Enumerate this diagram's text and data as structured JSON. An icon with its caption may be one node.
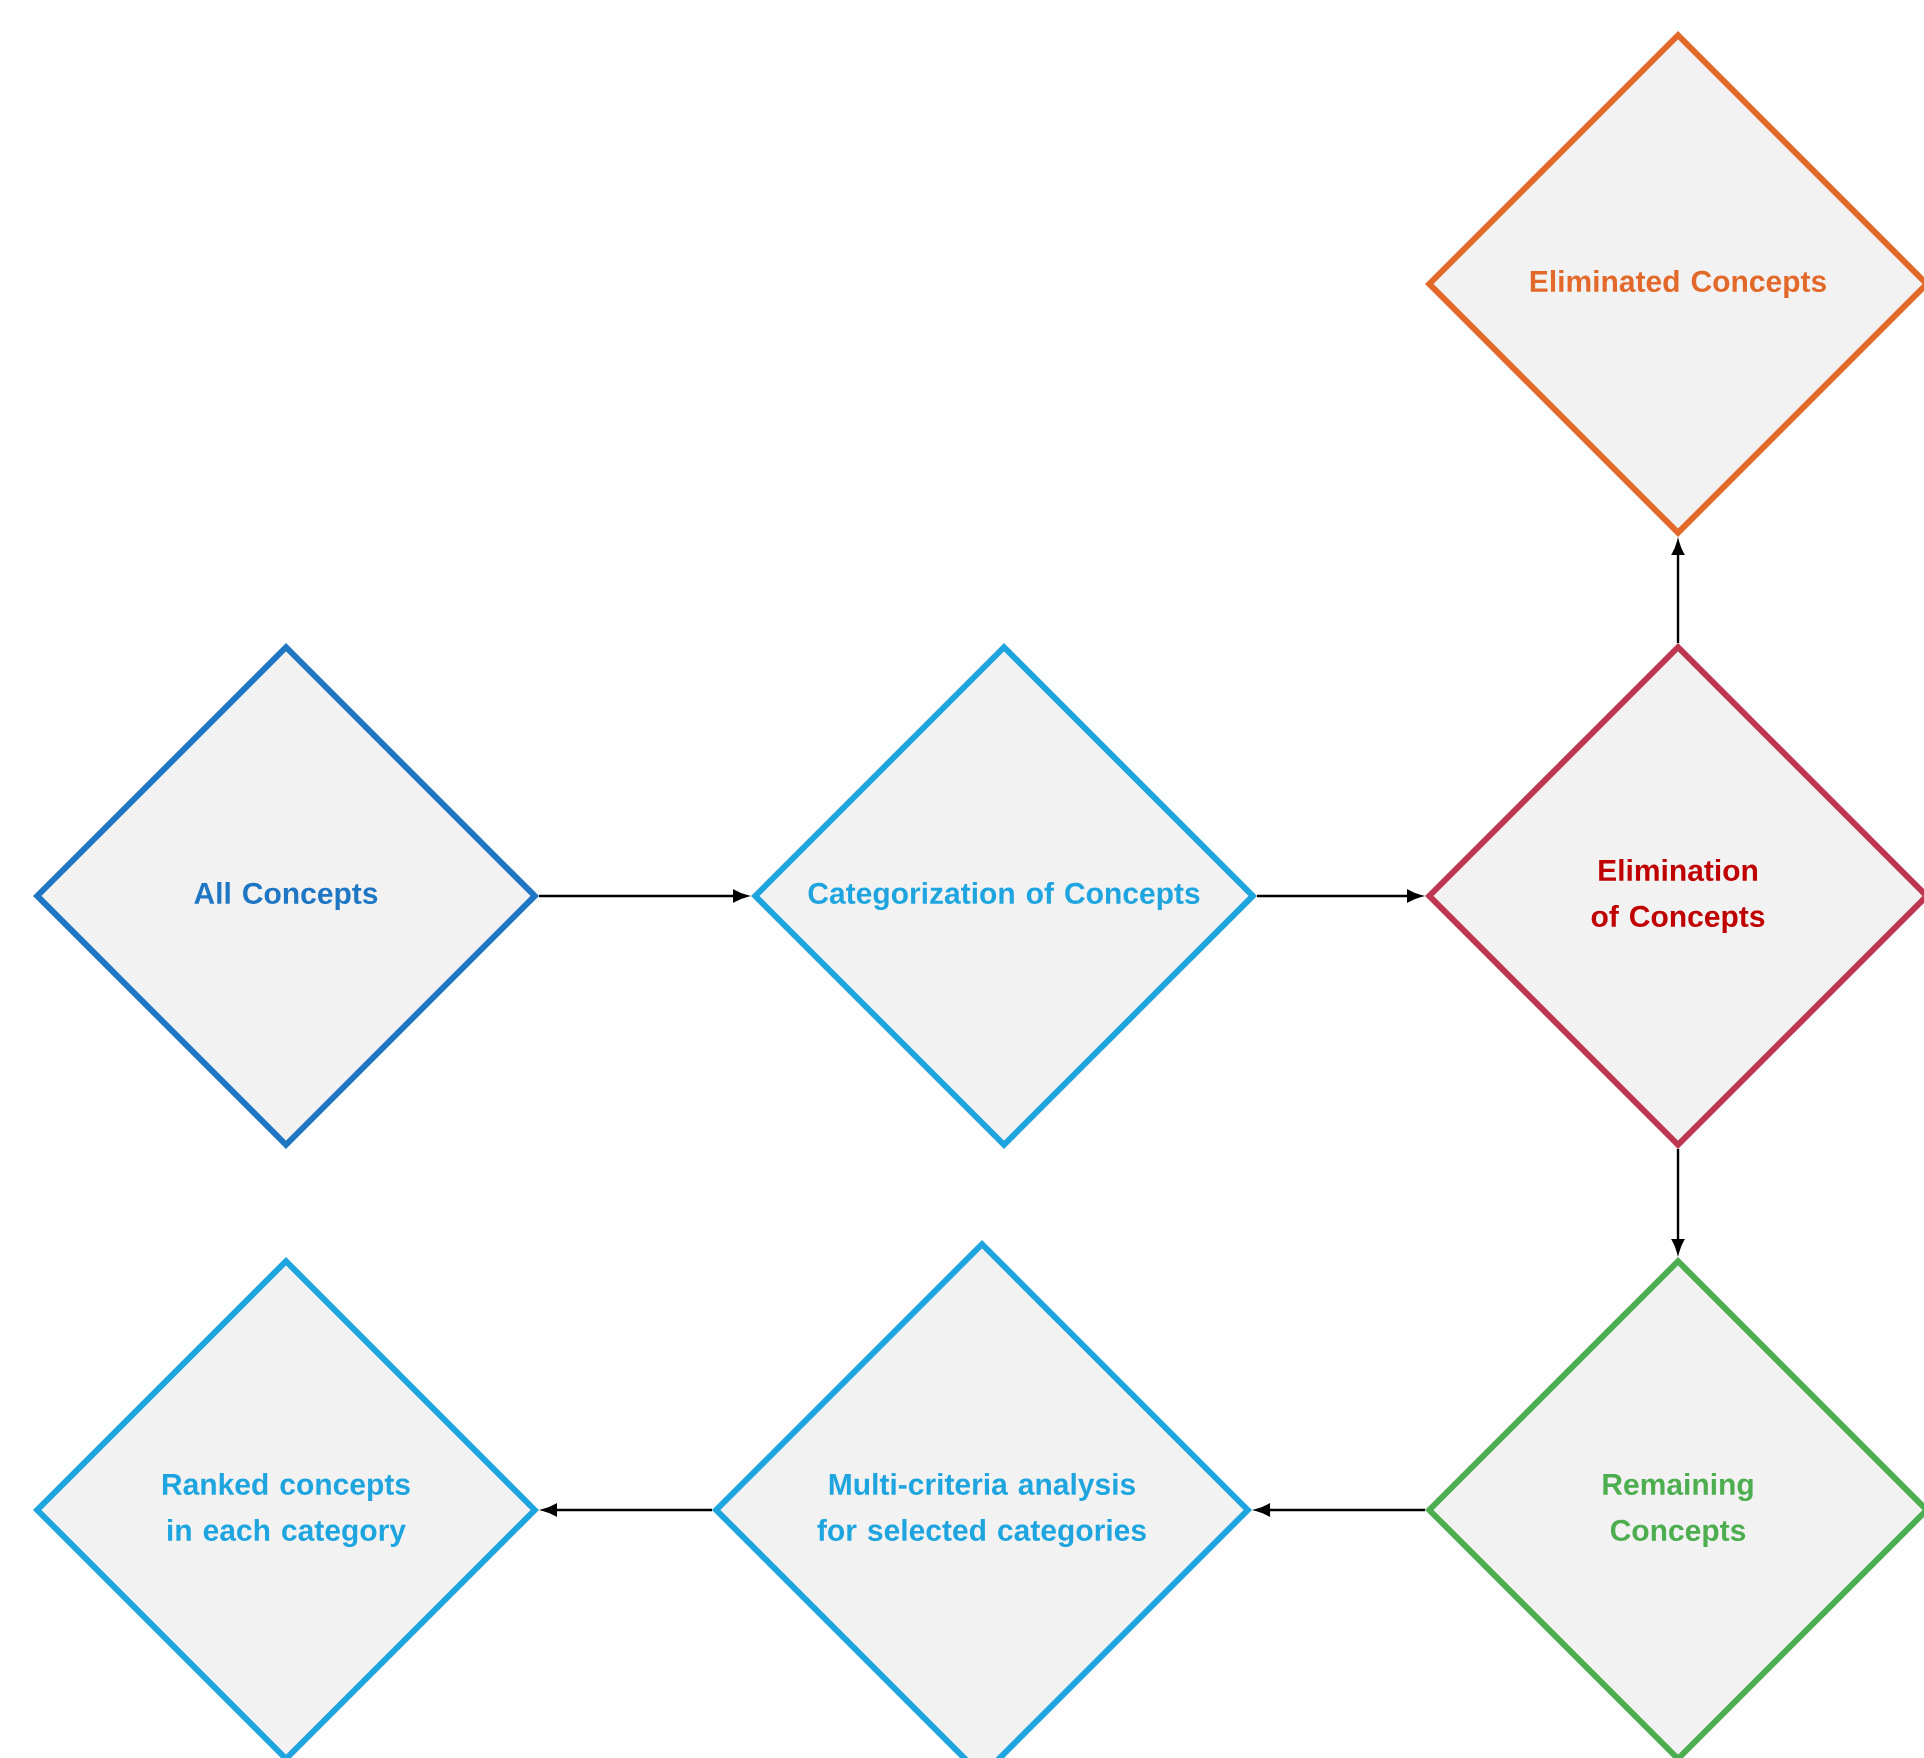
{
  "diagram": {
    "nodes": [
      {
        "text": [
          "All Concepts"
        ]
      },
      {
        "text": [
          "Categorization of Concepts"
        ]
      },
      {
        "text": [
          "Elimination of Concepts"
        ]
      },
      {
        "text": [
          "Eliminated Concepts"
        ]
      },
      {
        "text": [
          "Remaining Concepts"
        ]
      },
      {
        "text": [
          "Multi-criteria analysis for selected categories"
        ]
      },
      {
        "text": [
          "Ranked concepts in each category"
        ]
      }
    ],
    "edges": [
      {
        "from": 0,
        "to": 1,
        "arrow": "to"
      },
      {
        "from": 1,
        "to": 2,
        "arrow": "to"
      },
      {
        "from": 2,
        "to": 3,
        "arrow": "to"
      },
      {
        "from": 2,
        "to": 4,
        "arrow": "to"
      },
      {
        "from": 4,
        "to": 5,
        "arrow": "to"
      },
      {
        "from": 5,
        "to": 6,
        "arrow": "to"
      }
    ]
  }
}
